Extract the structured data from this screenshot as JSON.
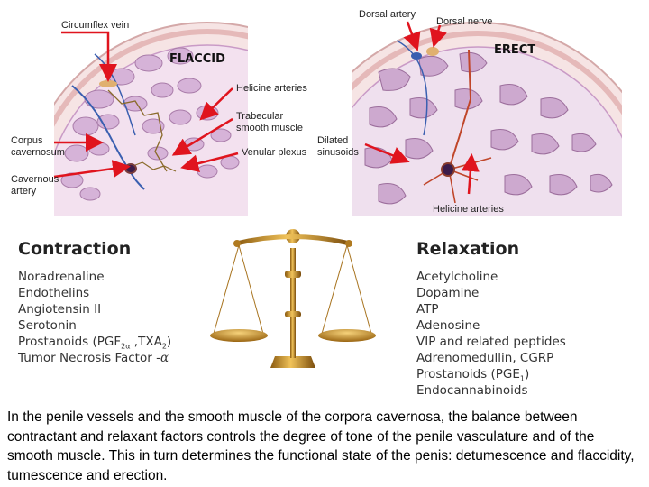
{
  "flaccid": {
    "state_label": "FLACCID",
    "labels": {
      "circumflex_vein": "Circumflex vein",
      "corpus_cavernosum": "Corpus\ncavernosum",
      "cavernous_artery": "Cavernous\nartery",
      "helicine_arteries": "Helicine arteries",
      "trabecular_smooth_muscle": "Trabecular\nsmooth muscle",
      "venular_plexus": "Venular plexus"
    }
  },
  "erect": {
    "state_label": "ERECT",
    "labels": {
      "dorsal_artery": "Dorsal artery",
      "dorsal_nerve": "Dorsal nerve",
      "dilated_sinusoids": "Dilated\nsinusoids",
      "helicine_arteries": "Helicine arteries"
    }
  },
  "contraction": {
    "title": "Contraction",
    "items": [
      "Noradrenaline",
      "Endothelins",
      "Angiotensin II",
      "Serotonin",
      "Prostanoids (PGF",
      "Tumor Necrosis Factor -"
    ],
    "prostanoid_sub1": "2α",
    "prostanoid_mid": " ,TXA",
    "prostanoid_sub2": "2",
    "prostanoid_end": ")",
    "tnf_symbol": "α"
  },
  "relaxation": {
    "title": "Relaxation",
    "items": [
      "Acetylcholine",
      "Dopamine",
      "ATP",
      "Adenosine",
      "VIP and related peptides",
      "Adrenomedullin, CGRP",
      "Prostanoids (PGE",
      "Endocannabinoids"
    ],
    "prostanoid_sub": "1",
    "prostanoid_end": ")"
  },
  "caption": "In the penile vessels and the smooth muscle of the corpora cavernosa, the balance between contractant and relaxant factors controls the degree of tone of the penile vasculature and of the smooth muscle. This in turn determines the functional state of the penis: detumescence and flaccidity, tumescence and erection.",
  "colors": {
    "arrow": "#e0141e",
    "tissue": "#d9b6d8",
    "tissue_dark": "#b78ab8",
    "tunica": "#f2d6d6",
    "vein": "#3a5fb0",
    "artery": "#c0462a",
    "gold": "#c9902a"
  }
}
